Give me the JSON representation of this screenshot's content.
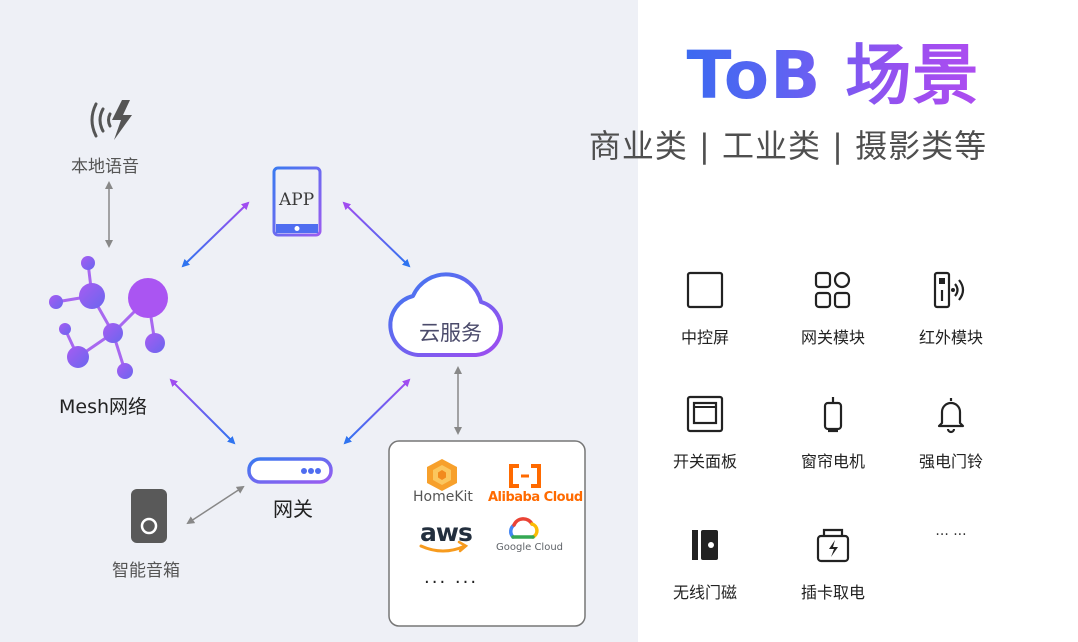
{
  "colors": {
    "left_bg": "#eef0f6",
    "gradient_blue": "#2f6cf0",
    "gradient_purple": "#b84bef",
    "node_purple": "#9b5cf0",
    "arrow_gray": "#8a8a8a",
    "text_dark": "#222222",
    "text_gray": "#555555"
  },
  "header": {
    "title": "ToB 场景",
    "subtitle": "商业类 | 工业类 | 摄影类等"
  },
  "diagram": {
    "local_voice": {
      "label": "本地语音",
      "icon": "voice-wave-icon"
    },
    "app": {
      "label": "APP",
      "icon": "tablet-icon"
    },
    "cloud_service": {
      "label": "云服务",
      "icon": "cloud-icon"
    },
    "mesh": {
      "label": "Mesh网络",
      "icon": "mesh-network-icon"
    },
    "gateway": {
      "label": "网关",
      "icon": "router-icon"
    },
    "smart_speaker": {
      "label": "智能音箱",
      "icon": "speaker-icon"
    },
    "cloud_platforms": {
      "homekit": "HomeKit",
      "alibaba": "Alibaba Cloud",
      "aws": "aws",
      "google": "Google Cloud",
      "more": "··· ···"
    }
  },
  "modules": [
    {
      "label": "中控屏",
      "icon": "square-panel-icon"
    },
    {
      "label": "网关模块",
      "icon": "grid-module-icon"
    },
    {
      "label": "红外模块",
      "icon": "infrared-remote-icon"
    },
    {
      "label": "开关面板",
      "icon": "switch-panel-icon"
    },
    {
      "label": "窗帘电机",
      "icon": "curtain-motor-icon"
    },
    {
      "label": "强电门铃",
      "icon": "bell-icon"
    },
    {
      "label": "无线门磁",
      "icon": "door-sensor-icon"
    },
    {
      "label": "插卡取电",
      "icon": "card-power-icon"
    },
    {
      "label": "··· ···",
      "icon": ""
    }
  ]
}
